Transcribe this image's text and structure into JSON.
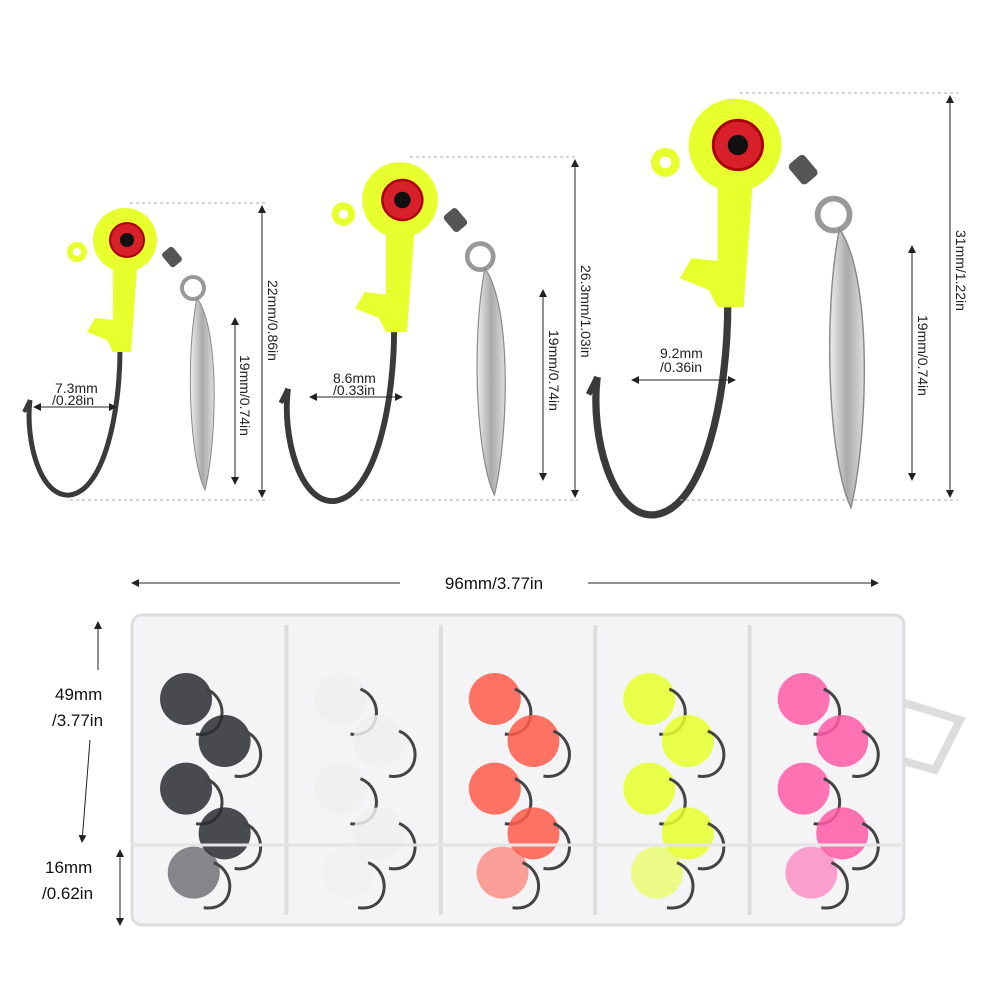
{
  "jigs": [
    {
      "gap": "7.3mm",
      "gap_in": "/0.28in",
      "height": "22mm/0.86in",
      "blade": "19mm/0.74in"
    },
    {
      "gap": "8.6mm",
      "gap_in": "/0.33in",
      "height": "26.3mm/1.03in",
      "blade": "19mm/0.74in"
    },
    {
      "gap": "9.2mm",
      "gap_in": "/0.36in",
      "height": "31mm/1.22in",
      "blade": "19mm/0.74in"
    }
  ],
  "box": {
    "width": "96mm/3.77in",
    "height_mm": "49mm",
    "height_in": "/3.77in",
    "depth_mm": "16mm",
    "depth_in": "/0.62in",
    "compartment_colors": [
      "#2a2a33",
      "#eeeeee",
      "#ff5a4a",
      "#e6ff2a",
      "#ff5aa8"
    ]
  },
  "colors": {
    "jig_head": "#e8ff2e",
    "eye": "#d8202a",
    "hook": "#3a3a3a",
    "blade": "#c8c8c8"
  }
}
